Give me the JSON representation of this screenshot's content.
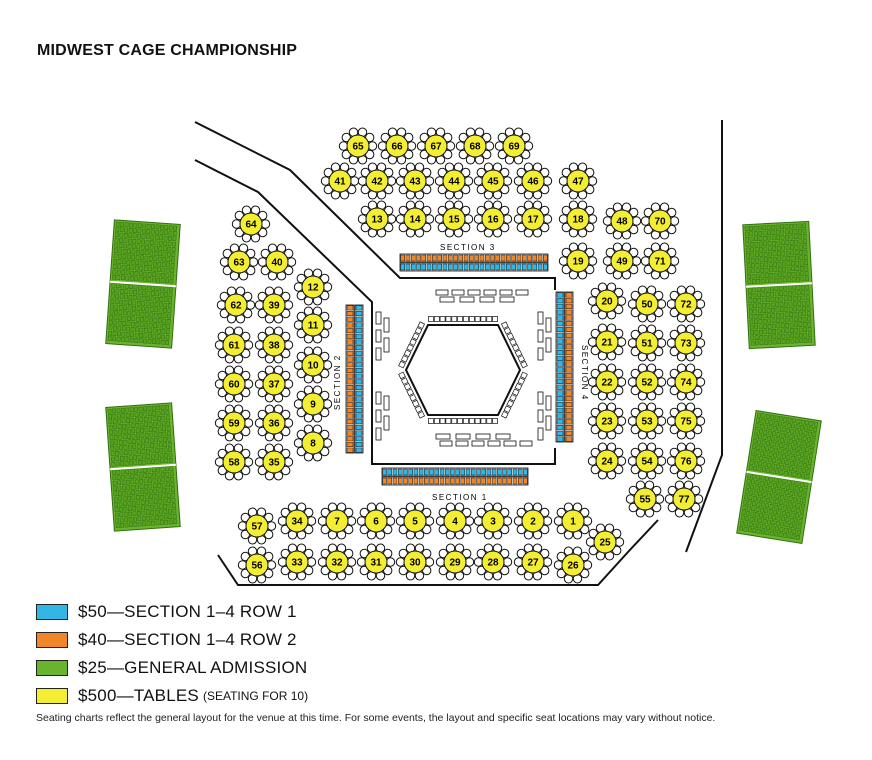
{
  "title": "MIDWEST CAGE CHAMPIONSHIP",
  "colors": {
    "row1": "#33b5e5",
    "row2": "#f0862a",
    "general": "#6ab42d",
    "tables": "#f4ee33",
    "outline": "#111111"
  },
  "sections": {
    "s1": "SECTION 1",
    "s2": "SECTION 2",
    "s3": "SECTION 3",
    "s4": "SECTION 4"
  },
  "tables": [
    "1",
    "2",
    "3",
    "4",
    "5",
    "6",
    "7",
    "8",
    "9",
    "10",
    "11",
    "12",
    "13",
    "14",
    "15",
    "16",
    "17",
    "18",
    "19",
    "20",
    "21",
    "22",
    "23",
    "24",
    "25",
    "26",
    "27",
    "28",
    "29",
    "30",
    "31",
    "32",
    "33",
    "34",
    "35",
    "36",
    "37",
    "38",
    "39",
    "40",
    "41",
    "42",
    "43",
    "44",
    "45",
    "46",
    "47",
    "48",
    "49",
    "50",
    "51",
    "52",
    "53",
    "54",
    "55",
    "56",
    "57",
    "58",
    "59",
    "60",
    "61",
    "62",
    "63",
    "64",
    "65",
    "66",
    "67",
    "68",
    "69",
    "70",
    "71",
    "72",
    "73",
    "74",
    "75",
    "76",
    "77"
  ],
  "legend": [
    {
      "label": "$50—SECTION 1–4 ROW 1",
      "note": "",
      "color": "#33b5e5"
    },
    {
      "label": "$40—SECTION 1–4 ROW 2",
      "note": "",
      "color": "#f0862a"
    },
    {
      "label": "$25—GENERAL ADMISSION",
      "note": "",
      "color": "#6ab42d"
    },
    {
      "label": "$500—TABLES",
      "note": "(SEATING FOR 10)",
      "color": "#f4ee33"
    }
  ],
  "disclaimer": "Seating charts reflect the general layout for the venue at this time. For some events, the layout and specific seat locations may vary without notice."
}
